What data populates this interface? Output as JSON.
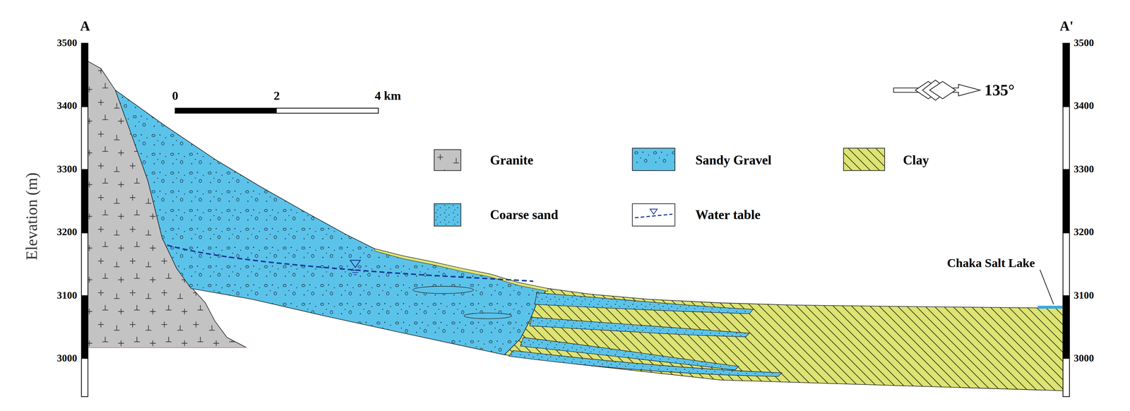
{
  "diagram": {
    "labels": [
      "A",
      "A'",
      "3500",
      "3400",
      "3300",
      "3200",
      "3100",
      "3000",
      "3500",
      "3400",
      "3300",
      "3200",
      "3100",
      "3000",
      "Elevation (m)",
      "0",
      "2",
      "4 km",
      "135°",
      "Chaka Salt Lake"
    ],
    "legend": [
      {
        "text": "Granite",
        "color": "#c3c3c3"
      },
      {
        "text": "Sandy Gravel",
        "color": "#5bc3ea"
      },
      {
        "text": "Clay",
        "color": "#dde473"
      },
      {
        "text": "Coarse sand",
        "color": "#5bc3ea"
      },
      {
        "text": "Water table"
      }
    ]
  }
}
